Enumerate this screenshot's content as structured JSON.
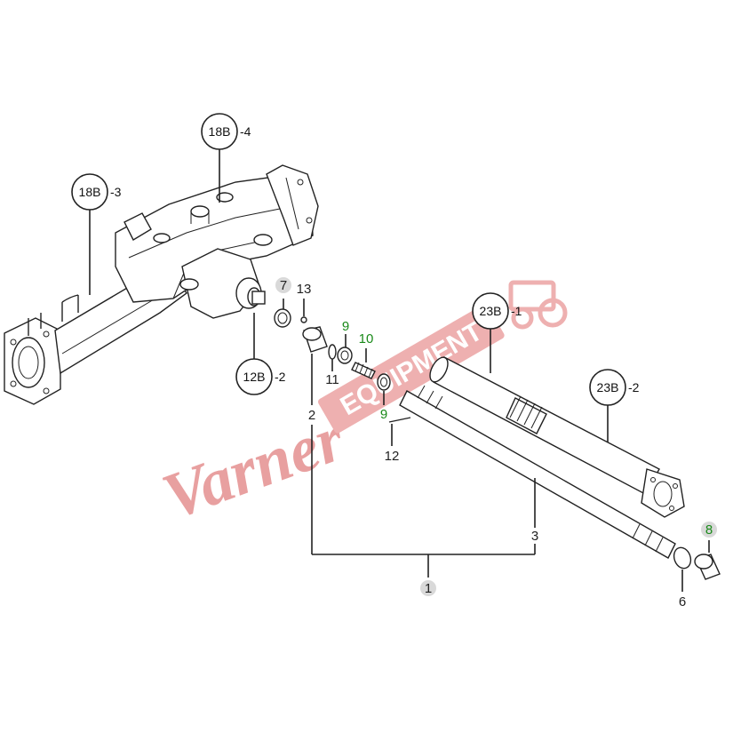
{
  "watermark": {
    "brand": "Varner",
    "band": "EQUIPMENT",
    "color": "#e8a0a0"
  },
  "references": [
    {
      "id": "ref-18b-4",
      "label": "18B",
      "suffix": "-4"
    },
    {
      "id": "ref-18b-3",
      "label": "18B",
      "suffix": "-3"
    },
    {
      "id": "ref-12b-2",
      "label": "12B",
      "suffix": "-2"
    },
    {
      "id": "ref-23b-1",
      "label": "23B",
      "suffix": "-1"
    },
    {
      "id": "ref-23b-2",
      "label": "23B",
      "suffix": "-2"
    }
  ],
  "parts": {
    "p1": "1",
    "p2": "2",
    "p3": "3",
    "p6": "6",
    "p7": "7",
    "p8": "8",
    "p9a": "9",
    "p9b": "9",
    "p10": "10",
    "p11": "11",
    "p12": "12",
    "p13": "13"
  },
  "colors": {
    "highlight": "#1a8a1a",
    "badge": "#d9d9d9",
    "line": "#222222"
  }
}
